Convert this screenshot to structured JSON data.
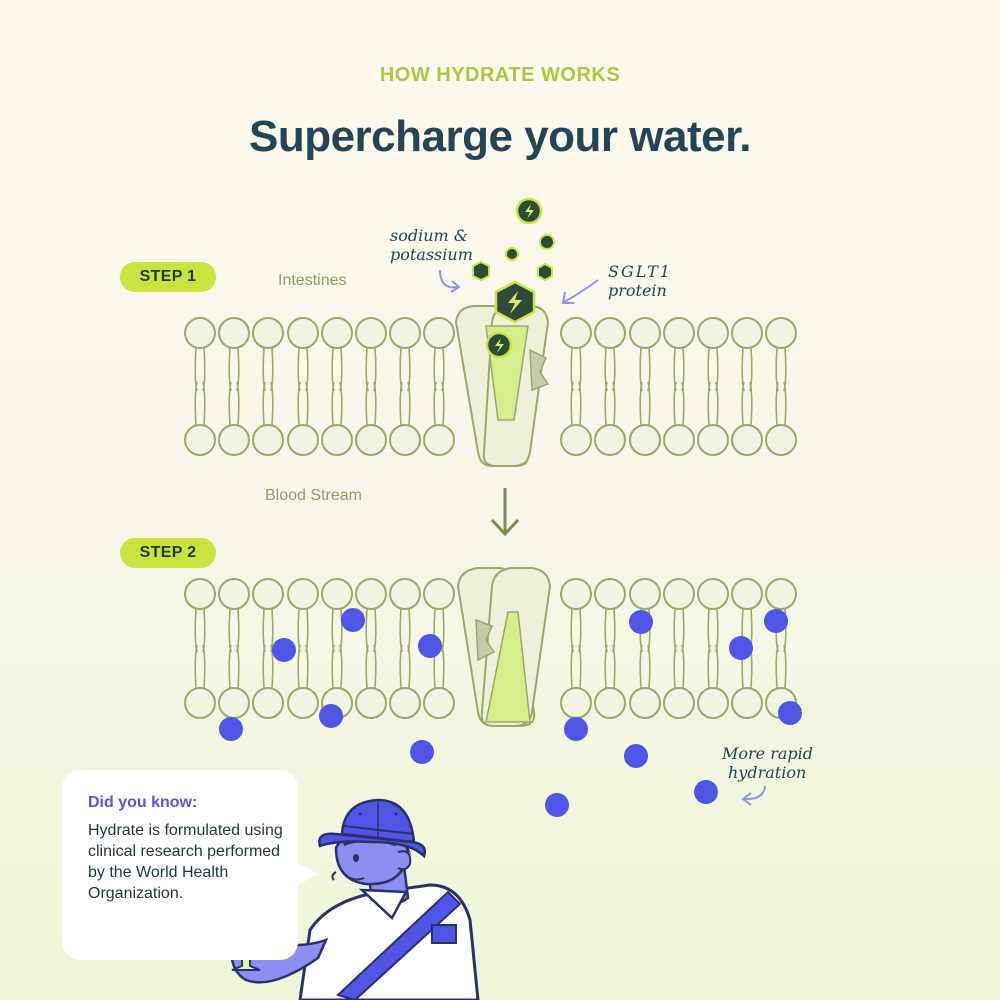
{
  "header": {
    "eyebrow": "HOW HYDRATE WORKS",
    "title": "Supercharge your water."
  },
  "steps": [
    {
      "label": "STEP 1"
    },
    {
      "label": "STEP 2"
    }
  ],
  "regions": {
    "top": "Intestines",
    "bottom": "Blood Stream"
  },
  "annotations": {
    "electrolytes_line1": "sodium &",
    "electrolytes_line2": "potassium",
    "protein_line1": "SGLT1",
    "protein_line2": "protein",
    "hydration_line1": "More rapid",
    "hydration_line2": "hydration"
  },
  "callout": {
    "title": "Did you know:",
    "body": "Hydrate is formulated using clinical research performed by the World Health Organization."
  },
  "icons": {
    "electrolyte": "lightning-bolt-icon",
    "arrow": "arrow-down-icon"
  },
  "colors": {
    "accent": "#c9e440",
    "navy": "#234556",
    "membrane": "#9aa869",
    "water": "#4f56e6",
    "electrolyte": "#2d4a3a"
  }
}
